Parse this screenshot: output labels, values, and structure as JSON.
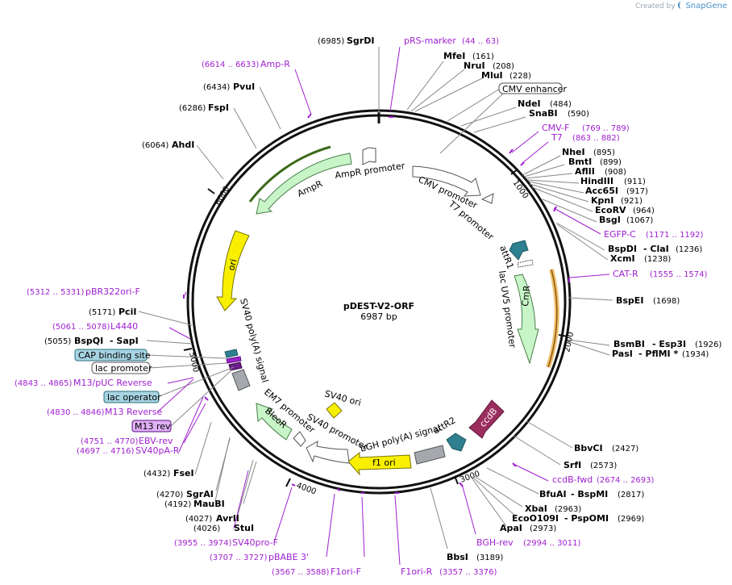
{
  "credit": {
    "prefix": "Created by",
    "brand": "SnapGene"
  },
  "plasmid": {
    "name": "pDEST-V2-ORF",
    "size": "6987 bp"
  },
  "ticks": {
    "t1000": "1000",
    "t2000": "2000",
    "t3000": "3000",
    "t4000": "4000",
    "t5000": "5000",
    "t6000": "6000"
  },
  "sites": {
    "sgrdi": {
      "name": "SgrDI",
      "pos": "(6985)"
    },
    "mfei": {
      "name": "MfeI",
      "pos": "(161)"
    },
    "nrui": {
      "name": "NruI",
      "pos": "(208)"
    },
    "mlui": {
      "name": "MluI",
      "pos": "(228)"
    },
    "ndei": {
      "name": "NdeI",
      "pos": "(484)"
    },
    "snabi": {
      "name": "SnaBI",
      "pos": "(590)"
    },
    "nhei": {
      "name": "NheI",
      "pos": "(895)"
    },
    "bmti": {
      "name": "BmtI",
      "pos": "(899)"
    },
    "afiii": {
      "name": "AflII",
      "pos": "(908)"
    },
    "hindiii": {
      "name": "HindIII",
      "pos": "(911)"
    },
    "acc65i": {
      "name": "Acc65I",
      "pos": "(917)"
    },
    "kpni": {
      "name": "KpnI",
      "pos": "(921)"
    },
    "ecorv": {
      "name": "EcoRV",
      "pos": "(964)"
    },
    "bsgi": {
      "name": "BsgI",
      "pos": "(1067)"
    },
    "bspdi": {
      "name": "BspDI",
      "name2": "- ClaI",
      "pos": "(1236)"
    },
    "xcmi": {
      "name": "XcmI",
      "pos": "(1238)"
    },
    "bspei": {
      "name": "BspEI",
      "pos": "(1698)"
    },
    "bsmbi": {
      "name": "BsmBI",
      "name2": "- Esp3I",
      "pos": "(1926)"
    },
    "pasi": {
      "name": "PasI",
      "name2": "- PflMI *",
      "pos": "(1934)"
    },
    "bbvci": {
      "name": "BbvCI",
      "pos": "(2427)"
    },
    "srfi": {
      "name": "SrfI",
      "pos": "(2573)"
    },
    "bfuai": {
      "name": "BfuAI",
      "name2": "- BspMI",
      "pos": "(2817)"
    },
    "xbai": {
      "name": "XbaI",
      "pos": "(2963)"
    },
    "ecoo109i": {
      "name": "EcoO109I",
      "name2": "- PspOMI",
      "pos": "(2969)"
    },
    "apai": {
      "name": "ApaI",
      "pos": "(2973)"
    },
    "bbsi": {
      "name": "BbsI",
      "pos": "(3189)"
    },
    "stui": {
      "name": "StuI",
      "pos": "(4026)"
    },
    "avrii": {
      "name": "AvrII",
      "pos": "(4027)"
    },
    "maubi": {
      "name": "MauBI",
      "pos": "(4192)"
    },
    "sgrai": {
      "name": "SgrAI",
      "pos": "(4270)"
    },
    "fsei": {
      "name": "FseI",
      "pos": "(4432)"
    },
    "bspqi": {
      "name": "BspQI",
      "name2": "- SapI",
      "pos": "(5055)"
    },
    "pcii": {
      "name": "PciI",
      "pos": "(5171)"
    },
    "ahdi": {
      "name": "AhdI",
      "pos": "(6064)"
    },
    "fspi": {
      "name": "FspI",
      "pos": "(6286)"
    },
    "pvui": {
      "name": "PvuI",
      "pos": "(6434)"
    }
  },
  "primers": {
    "prs": {
      "name": "pRS-marker",
      "pos": "(44 .. 63)"
    },
    "ampr": {
      "name": "Amp-R",
      "pos": "(6614 .. 6633)"
    },
    "cmvf": {
      "name": "CMV-F",
      "pos": "(769 .. 789)"
    },
    "t7": {
      "name": "T7",
      "pos": "(863 .. 882)"
    },
    "egfpc": {
      "name": "EGFP-C",
      "pos": "(1171 .. 1192)"
    },
    "catr": {
      "name": "CAT-R",
      "pos": "(1555 .. 1574)"
    },
    "ccdbfwd": {
      "name": "ccdB-fwd",
      "pos": "(2674 .. 2693)"
    },
    "bghrev": {
      "name": "BGH-rev",
      "pos": "(2994 .. 3011)"
    },
    "f1orir": {
      "name": "F1ori-R",
      "pos": "(3357 .. 3376)"
    },
    "f1orif": {
      "name": "F1ori-F",
      "pos": "(3567 .. 3588)"
    },
    "pbabe": {
      "name": "pBABE 3'",
      "pos": "(3707 .. 3727)"
    },
    "sv40pro": {
      "name": "SV40pro-F",
      "pos": "(3955 .. 3974)"
    },
    "sv40pa": {
      "name": "SV40pA-R",
      "pos": "(4697 .. 4716)"
    },
    "ebv": {
      "name": "EBV-rev",
      "pos": "(4751 .. 4770)"
    },
    "m13r": {
      "name": "M13 Reverse",
      "pos": "(4830 .. 4846)"
    },
    "m13puc": {
      "name": "M13/pUC Reverse",
      "pos": "(4843 .. 4865)"
    },
    "l4440": {
      "name": "L4440",
      "pos": "(5061 .. 5078)"
    },
    "pbr322": {
      "name": "pBR322ori-F",
      "pos": "(5312 .. 5331)"
    }
  },
  "boxes": {
    "cmvenh": "CMV enhancer",
    "cap": "CAP binding site",
    "lacprom": "lac promoter",
    "lacop": "lac operator",
    "m13rev": "M13 rev"
  },
  "features": {
    "amprprom": "AmpR promoter",
    "ampr": "AmpR",
    "cmvprom": "CMV promoter",
    "t7prom": "T7 promoter",
    "attr1": "attR1",
    "lacuv5": "lac UV5 promoter",
    "cmr": "CmR",
    "ori": "ori",
    "sv40pa": "SV40 poly(A) signal",
    "ccdb": "ccdB",
    "attr2": "attR2",
    "bgh": "bGH poly(A) signal",
    "f1ori": "f1 ori",
    "sv40ori": "SV40 ori",
    "sv40prom": "SV40 promoter",
    "em7": "EM7 promoter",
    "bleor": "BleoR"
  },
  "colors": {
    "ampr": "#c8f5c8",
    "cmr": "#c8f5c8",
    "bleor": "#c8f5c8",
    "ori": "#f8f000",
    "f1ori": "#f8f000",
    "sv40ori": "#f8f000",
    "att": "#2e7f8f",
    "ccdb": "#9b2d5f",
    "polya": "#a5a9ae",
    "primer": "#a020d0",
    "cap": "#a7d4e2",
    "m13": "#e0b0f5"
  }
}
